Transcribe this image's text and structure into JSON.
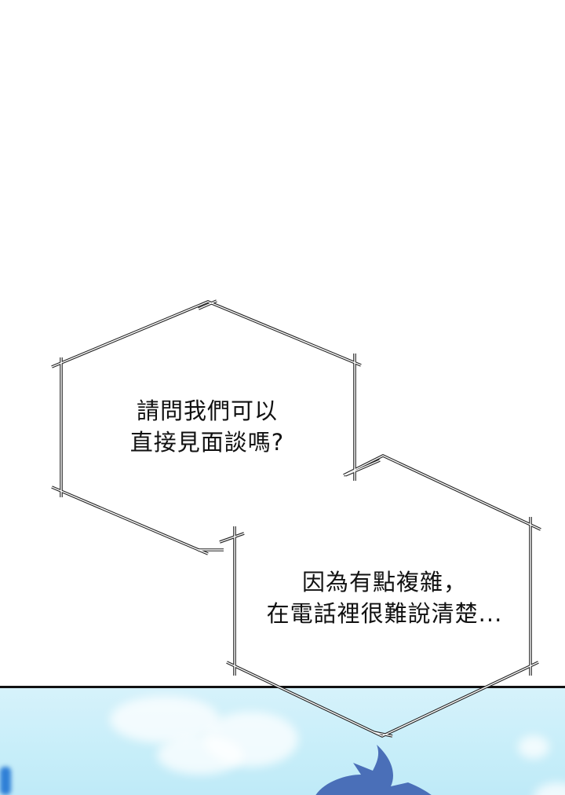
{
  "comic": {
    "bubbles": [
      {
        "lines": [
          "請問我們可以",
          "直接見面談嗎?"
        ]
      },
      {
        "lines": [
          "因為有點複雜，",
          "在電話裡很難說清楚..."
        ]
      }
    ],
    "colors": {
      "background": "#ffffff",
      "sky": "#c7eef9",
      "hair": "#4a6fb8",
      "panel_border": "#111111"
    }
  }
}
